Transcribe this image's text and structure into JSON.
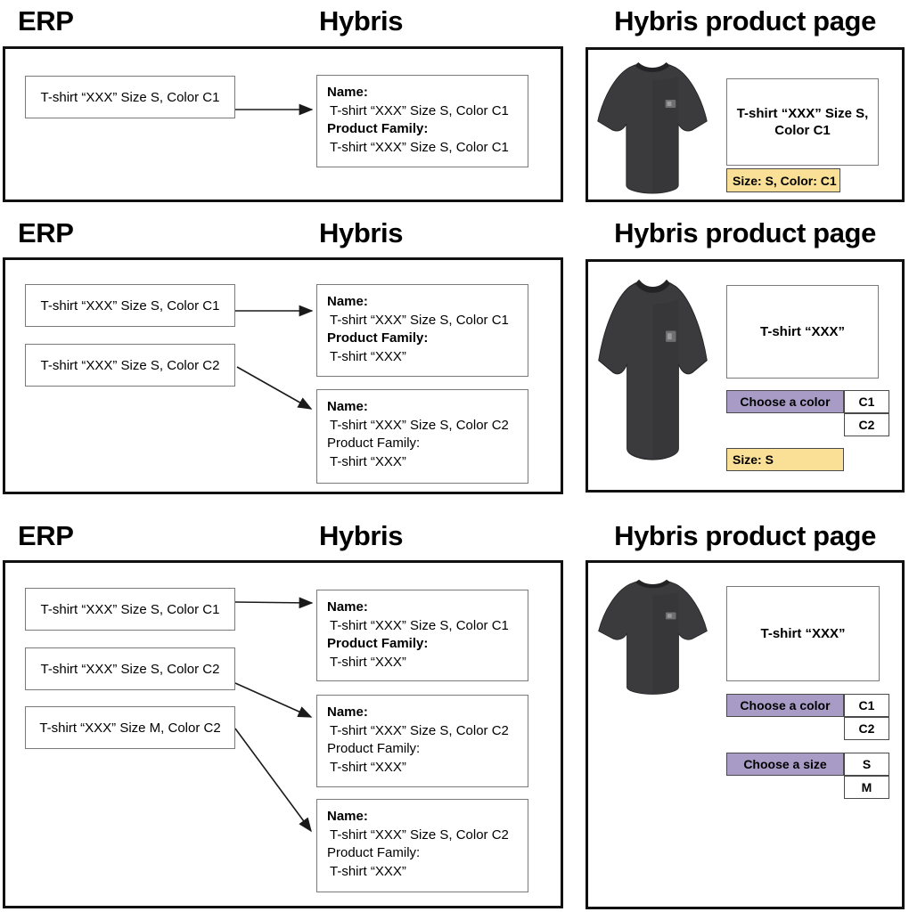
{
  "colors": {
    "chooser_purple": "#A89CC7",
    "badge_yellow": "#FAE096"
  },
  "images": {
    "tshirt_alt": "dark gray t-shirt product photo"
  },
  "rows": [
    {
      "erp_header": "ERP",
      "hybris_header": "Hybris",
      "page_header": "Hybris product page",
      "erp_items": [
        "T-shirt “XXX” Size S, Color C1"
      ],
      "hybris_records": [
        {
          "name_label": "Name:",
          "name_value": "T-shirt “XXX” Size S, Color C1",
          "family_label": "Product Family:",
          "family_value": "T-shirt “XXX” Size S, Color C1",
          "family_class": "bold"
        }
      ],
      "page": {
        "title": "T-shirt “XXX” Size S, Color C1",
        "attribute_badge": "Size: S, Color: C1"
      }
    },
    {
      "erp_header": "ERP",
      "hybris_header": "Hybris",
      "page_header": "Hybris product page",
      "erp_items": [
        "T-shirt “XXX” Size S, Color C1",
        "T-shirt “XXX” Size S, Color C2"
      ],
      "hybris_records": [
        {
          "name_label": "Name:",
          "name_value": "T-shirt “XXX” Size S, Color C1",
          "family_label": "Product Family:",
          "family_value": "T-shirt “XXX”",
          "family_class": "bold"
        },
        {
          "name_label": "Name:",
          "name_value": "T-shirt “XXX” Size S, Color C2",
          "family_label": "Product Family:",
          "family_value": "T-shirt “XXX”",
          "family_class": ""
        }
      ],
      "page": {
        "title": "T-shirt “XXX”",
        "color_chooser_label": "Choose a color",
        "color_options": [
          "C1",
          "C2"
        ],
        "size_badge": "Size: S"
      }
    },
    {
      "erp_header": "ERP",
      "hybris_header": "Hybris",
      "page_header": "Hybris product page",
      "erp_items": [
        "T-shirt “XXX” Size S, Color C1",
        "T-shirt “XXX” Size S, Color C2",
        "T-shirt “XXX” Size M, Color C2"
      ],
      "hybris_records": [
        {
          "name_label": "Name:",
          "name_value": "T-shirt “XXX” Size S, Color C1",
          "family_label": "Product Family:",
          "family_value": "T-shirt “XXX”",
          "family_class": "bold"
        },
        {
          "name_label": "Name:",
          "name_value": "T-shirt “XXX” Size S, Color C2",
          "family_label": "Product Family:",
          "family_value": "T-shirt “XXX”",
          "family_class": ""
        },
        {
          "name_label": "Name:",
          "name_value": "T-shirt “XXX” Size S, Color C2",
          "family_label": "Product Family:",
          "family_value": "T-shirt “XXX”",
          "family_class": ""
        }
      ],
      "page": {
        "title": "T-shirt “XXX”",
        "color_chooser_label": "Choose a color",
        "color_options": [
          "C1",
          "C2"
        ],
        "size_chooser_label": "Choose a size",
        "size_options": [
          "S",
          "M"
        ]
      }
    }
  ]
}
